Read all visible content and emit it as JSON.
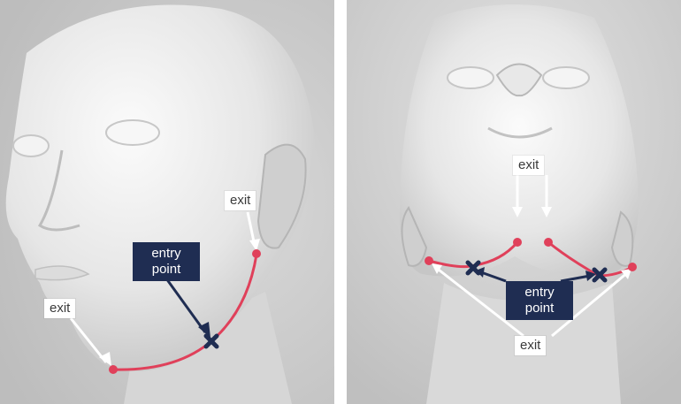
{
  "left_panel": {
    "exit_top": "exit",
    "exit_left": "exit",
    "entry_label": "entry\npoint"
  },
  "right_panel": {
    "exit_top": "exit",
    "exit_bottom": "exit",
    "entry_label": "entry\npoint"
  },
  "colors": {
    "line": "#e0405a",
    "dot": "#e0405a",
    "cross": "#1f2d52",
    "label_dark": "#1f2d52",
    "label_light": "#ffffff"
  }
}
